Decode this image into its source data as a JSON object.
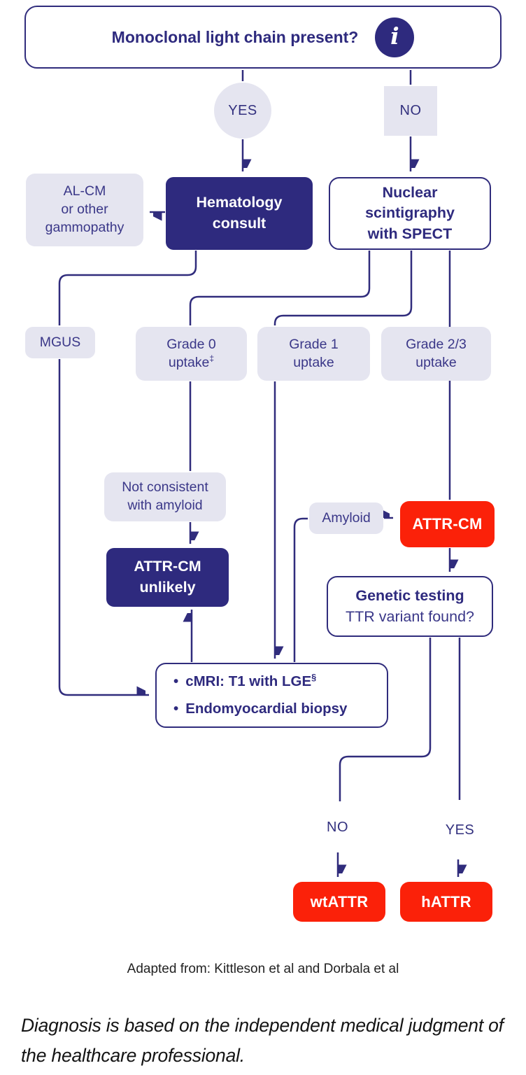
{
  "palette": {
    "navy_fill": "#2e2a7e",
    "line_navy": "#302c7c",
    "light_lavender": "#e5e5f0",
    "text_navy": "#3a3788",
    "red": "#fb2109",
    "footer_text": "#232323"
  },
  "diagram": {
    "question": {
      "label": "Monoclonal light chain present?",
      "info_icon_glyph": "i"
    },
    "nodes": {
      "yes1": {
        "label": "YES"
      },
      "no1": {
        "label": "NO"
      },
      "al_cm": {
        "lines": [
          "AL-CM",
          "or other",
          "gammopathy"
        ]
      },
      "hematology": {
        "lines": [
          "Hematology",
          "consult"
        ]
      },
      "nuclear": {
        "lines": [
          "Nuclear",
          "scintigraphy",
          "with SPECT"
        ]
      },
      "mgus": {
        "label": "MGUS"
      },
      "grade0": {
        "line1": "Grade 0",
        "line2": "uptake",
        "sup": "‡"
      },
      "grade1": {
        "line1": "Grade 1",
        "line2": "uptake"
      },
      "grade23": {
        "line1": "Grade 2/3",
        "line2": "uptake"
      },
      "not_consistent": {
        "lines": [
          "Not consistent",
          "with amyloid"
        ]
      },
      "attr_unlikely": {
        "lines": [
          "ATTR-CM",
          "unlikely"
        ]
      },
      "amyloid": {
        "label": "Amyloid"
      },
      "attr_cm": {
        "label": "ATTR-CM"
      },
      "genetic": {
        "line1": "Genetic testing",
        "line2": "TTR variant found?"
      },
      "cmri": {
        "bullet_char": "•",
        "bullets": [
          {
            "text": "cMRI: T1 with LGE",
            "sup": "§"
          },
          {
            "text": "Endomyocardial biopsy",
            "sup": ""
          }
        ]
      },
      "no2": {
        "label": "NO"
      },
      "yes2": {
        "label": "YES"
      },
      "wtattr": {
        "label": "wtATTR"
      },
      "hattr": {
        "label": "hATTR"
      }
    },
    "edges": [
      {
        "from": "question",
        "to": "yes1",
        "arrow": false
      },
      {
        "from": "yes1",
        "to": "hematology",
        "arrow": true
      },
      {
        "from": "question",
        "to": "no1",
        "arrow": false
      },
      {
        "from": "no1",
        "to": "nuclear",
        "arrow": true
      },
      {
        "from": "hematology",
        "to": "al_cm",
        "arrow": true
      },
      {
        "from": "hematology",
        "to": "mgus",
        "arrow": false
      },
      {
        "from": "mgus",
        "to": "cmri",
        "arrow": true
      },
      {
        "from": "nuclear",
        "to": "grade0",
        "arrow": false
      },
      {
        "from": "nuclear",
        "to": "grade1",
        "arrow": false
      },
      {
        "from": "nuclear",
        "to": "grade23",
        "arrow": false
      },
      {
        "from": "grade0",
        "to": "not_consistent",
        "arrow": false
      },
      {
        "from": "not_consistent",
        "to": "attr_unlikely",
        "arrow": true
      },
      {
        "from": "cmri",
        "to": "attr_unlikely",
        "arrow": true
      },
      {
        "from": "grade1",
        "to": "cmri",
        "arrow": true
      },
      {
        "from": "grade23",
        "to": "attr_cm",
        "arrow": false
      },
      {
        "from": "cmri",
        "to": "amyloid",
        "arrow": false
      },
      {
        "from": "amyloid",
        "to": "attr_cm",
        "arrow": true
      },
      {
        "from": "attr_cm",
        "to": "genetic",
        "arrow": true
      },
      {
        "from": "genetic",
        "to": "no2",
        "arrow": false
      },
      {
        "from": "genetic",
        "to": "yes2",
        "arrow": false
      },
      {
        "from": "no2",
        "to": "wtattr",
        "arrow": true
      },
      {
        "from": "yes2",
        "to": "hattr",
        "arrow": true
      }
    ]
  },
  "footer": {
    "adapted_from": "Adapted from: Kittleson et al and Dorbala et al",
    "disclaimer": "Diagnosis is based on the independent medical judgment of the healthcare professional."
  }
}
